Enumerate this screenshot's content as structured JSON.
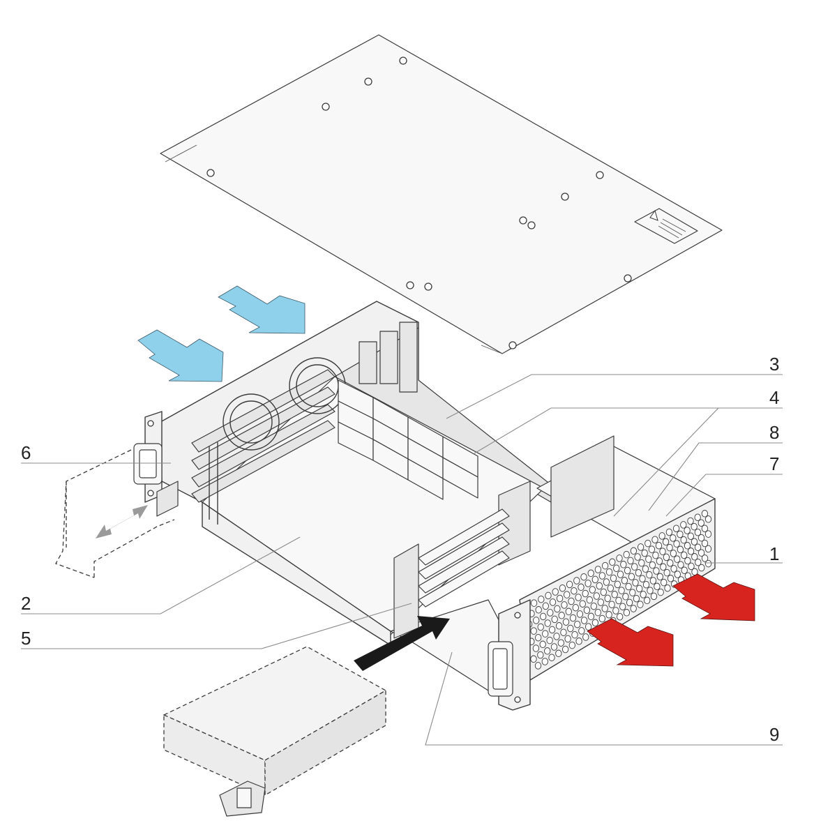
{
  "callouts": [
    {
      "id": "1",
      "label": "1"
    },
    {
      "id": "2",
      "label": "2"
    },
    {
      "id": "3",
      "label": "3"
    },
    {
      "id": "4",
      "label": "4"
    },
    {
      "id": "5",
      "label": "5"
    },
    {
      "id": "6",
      "label": "6"
    },
    {
      "id": "7",
      "label": "7"
    },
    {
      "id": "8",
      "label": "8"
    },
    {
      "id": "9",
      "label": "9"
    }
  ],
  "colors": {
    "airflow_in": "#8fd0ea",
    "airflow_out": "#d8241f",
    "insert_arrow": "#1a1a1a",
    "slide_arrow": "#9a9a9a",
    "outline": "#3a3a3a",
    "leader": "#8a8a8a"
  }
}
